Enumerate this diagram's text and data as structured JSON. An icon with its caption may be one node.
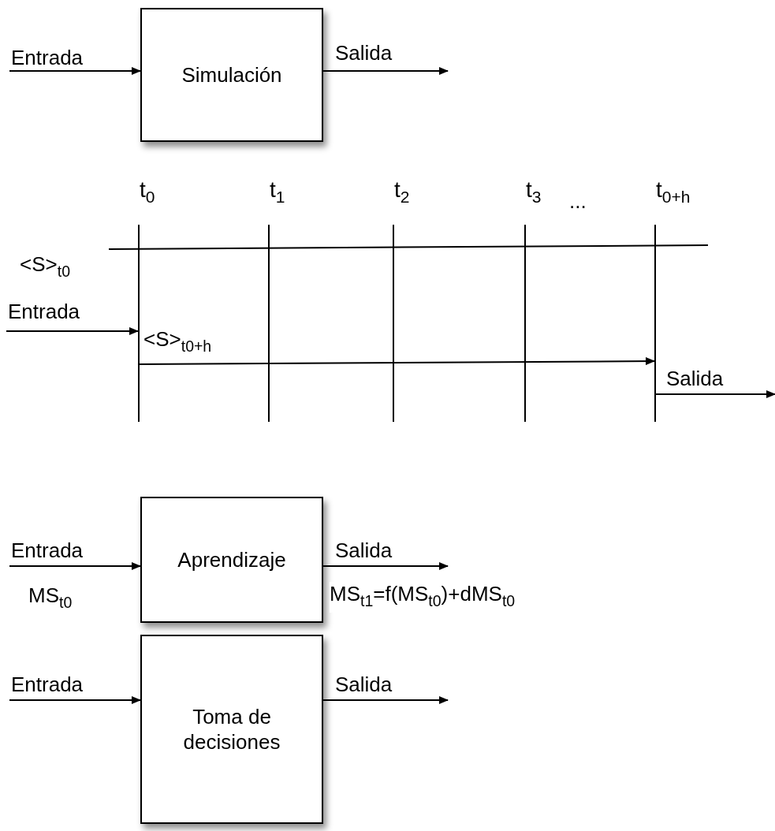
{
  "diagram": {
    "nodes": [
      {
        "text": [
          "Simulación"
        ]
      },
      {
        "text": [
          "Aprendizaje"
        ]
      },
      {
        "text": [
          "Toma de decisiones"
        ]
      },
      {
        "text": [
          "t$_{0}$"
        ]
      },
      {
        "text": [
          "t$_{1}$"
        ]
      },
      {
        "text": [
          "t$_{2}$"
        ]
      },
      {
        "text": [
          "t$_{3}$"
        ]
      },
      {
        "text": [
          "t$_{0+h}$"
        ]
      }
    ],
    "edges": [
      {
        "from": null,
        "to": 0,
        "label": "Entrada",
        "arrow": "to"
      },
      {
        "from": 0,
        "to": null,
        "label": "Salida",
        "arrow": "to"
      },
      {
        "from": null,
        "to": 3,
        "label": "Entrada",
        "arrow": "to"
      },
      {
        "from": 3,
        "to": 7,
        "label": "<S>$_{t0+h}$",
        "arrow": "to"
      },
      {
        "from": 7,
        "to": null,
        "label": "Salida",
        "arrow": "to"
      },
      {
        "from": null,
        "to": 1,
        "label": "Entrada",
        "arrow": "to"
      },
      {
        "from": 1,
        "to": null,
        "label": "Salida",
        "arrow": "to"
      },
      {
        "from": null,
        "to": 2,
        "label": "Entrada",
        "arrow": "to"
      },
      {
        "from": 2,
        "to": null,
        "label": "Salida",
        "arrow": "to"
      }
    ],
    "labels": [
      "...",
      "<S>$_{t0}$",
      "MS$_{t0}$",
      "MS$_{t1}$=f(MS$_{t0}$)+dMS$_{t0}$"
    ]
  }
}
